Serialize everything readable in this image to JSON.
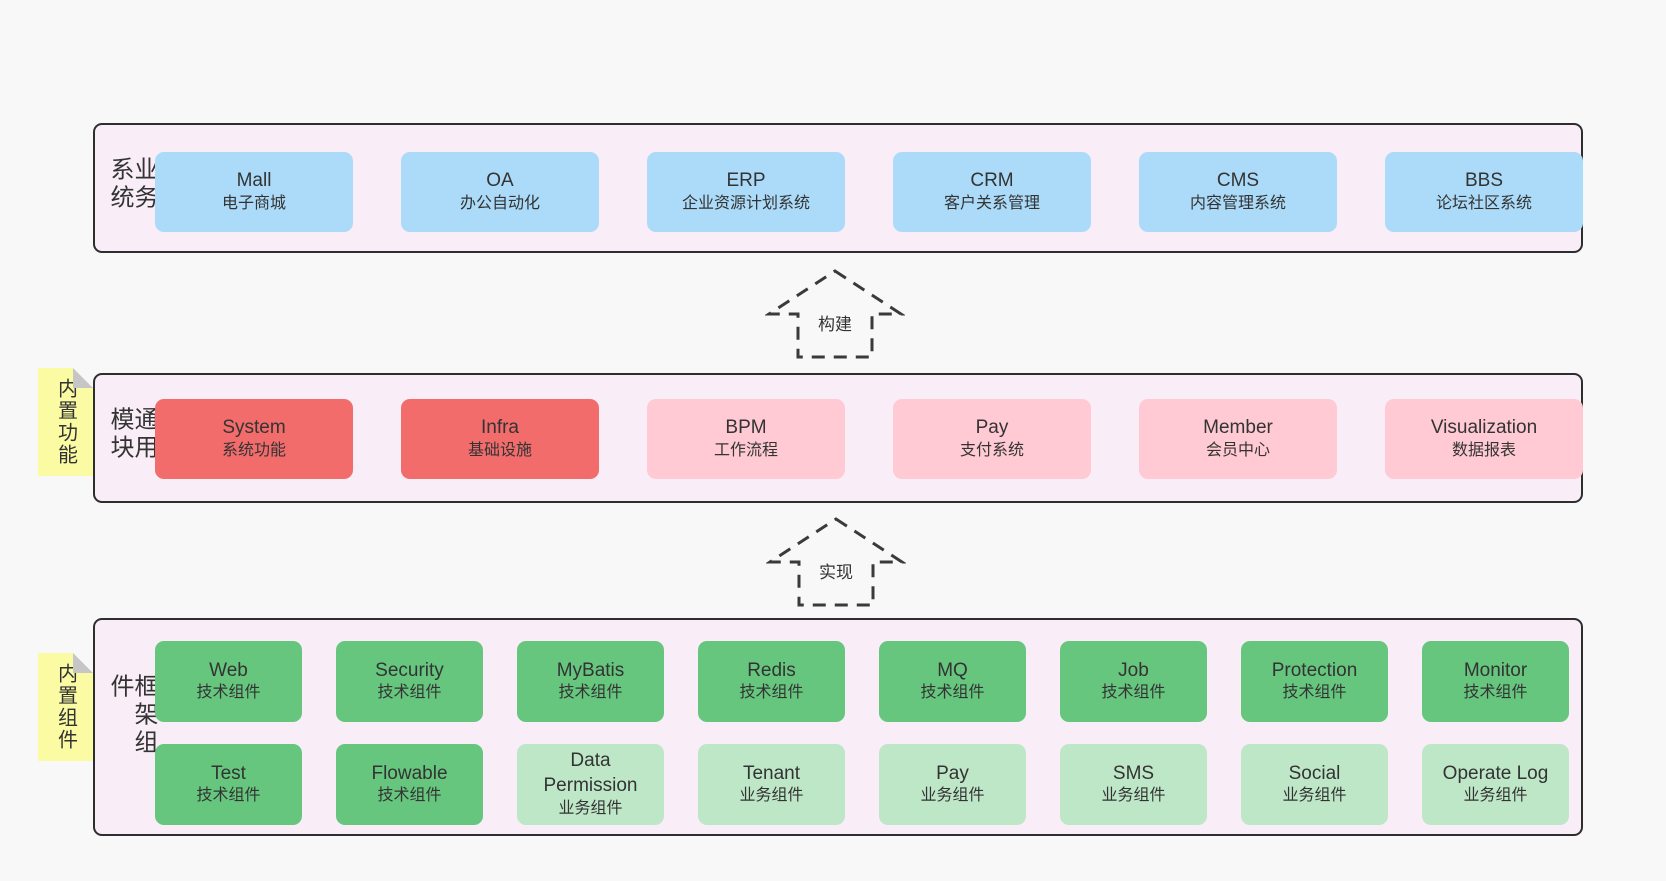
{
  "colors": {
    "page_bg": "#f8f8f8",
    "container_bg": "#f9eef7",
    "container_border": "#2e2e2e",
    "blue_box": "#abdbf8",
    "red_box": "#f26c6c",
    "pink_box": "#ffcad3",
    "green_dark_box": "#66c67e",
    "green_light_box": "#bee7c8",
    "sticky_yellow": "#fbfba4",
    "fold_gray": "#c6c6c6",
    "text": "#333333"
  },
  "arrows": {
    "build_label": "构建",
    "implement_label": "实现"
  },
  "bands": {
    "business": {
      "label": "业务系统",
      "boxes": [
        {
          "name": "Mall",
          "desc": "电子商城"
        },
        {
          "name": "OA",
          "desc": "办公自动化"
        },
        {
          "name": "ERP",
          "desc": "企业资源计划系统"
        },
        {
          "name": "CRM",
          "desc": "客户关系管理"
        },
        {
          "name": "CMS",
          "desc": "内容管理系统"
        },
        {
          "name": "BBS",
          "desc": "论坛社区系统"
        }
      ]
    },
    "modules": {
      "tab": "内置功能",
      "label": "通用模块",
      "boxes": [
        {
          "name": "System",
          "desc": "系统功能"
        },
        {
          "name": "Infra",
          "desc": "基础设施"
        },
        {
          "name": "BPM",
          "desc": "工作流程"
        },
        {
          "name": "Pay",
          "desc": "支付系统"
        },
        {
          "name": "Member",
          "desc": "会员中心"
        },
        {
          "name": "Visualization",
          "desc": "数据报表"
        }
      ]
    },
    "framework": {
      "tab": "内置组件",
      "label": "框架组件",
      "row1": [
        {
          "name": "Web",
          "desc": "技术组件"
        },
        {
          "name": "Security",
          "desc": "技术组件"
        },
        {
          "name": "MyBatis",
          "desc": "技术组件"
        },
        {
          "name": "Redis",
          "desc": "技术组件"
        },
        {
          "name": "MQ",
          "desc": "技术组件"
        },
        {
          "name": "Job",
          "desc": "技术组件"
        },
        {
          "name": "Protection",
          "desc": "技术组件"
        },
        {
          "name": "Monitor",
          "desc": "技术组件"
        }
      ],
      "row2": [
        {
          "name": "Test",
          "desc": "技术组件"
        },
        {
          "name": "Flowable",
          "desc": "技术组件"
        },
        {
          "name": "Data Permission",
          "desc": "业务组件"
        },
        {
          "name": "Tenant",
          "desc": "业务组件"
        },
        {
          "name": "Pay",
          "desc": "业务组件"
        },
        {
          "name": "SMS",
          "desc": "业务组件"
        },
        {
          "name": "Social",
          "desc": "业务组件"
        },
        {
          "name": "Operate Log",
          "desc": "业务组件"
        }
      ]
    }
  }
}
